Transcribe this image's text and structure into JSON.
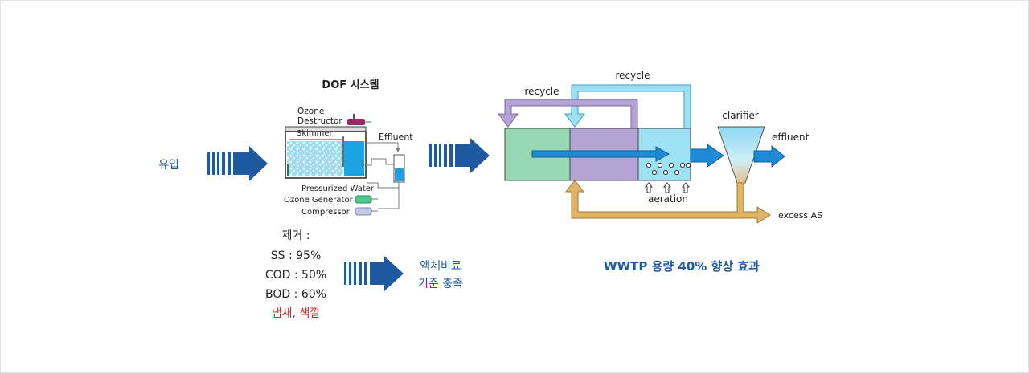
{
  "inflow_label": "유입",
  "dof": {
    "title": "DOF 시스템",
    "ozone_destructor": [
      "Ozone",
      "Destructor"
    ],
    "skimmer": "Skimmer",
    "effluent": "Effluent",
    "pressurized_water": "Pressurized Water",
    "ozone_generator": "Ozone Generator",
    "compressor": "Compressor"
  },
  "removal": {
    "title": "제거 :",
    "items": [
      "SS : 95%",
      "COD : 50%",
      "BOD : 60%"
    ],
    "highlight": "냄새, 색깔"
  },
  "result": [
    "액체비료",
    "기준 충족"
  ],
  "wwtp": {
    "recycle_top": "recycle",
    "recycle_left": "recycle",
    "clarifier": "clarifier",
    "effluent": "effluent",
    "aeration": "aeration",
    "excess": "excess AS",
    "caption": "WWTP  용량 40% 향상 효과"
  },
  "colors": {
    "arrow_blue": "#1f5aa0",
    "text_blue": "#1f5aa0",
    "red": "#e02020",
    "tank_green": "#98d8b4",
    "tank_purple": "#b4a4d4",
    "tank_cyan": "#9ee0f4",
    "flow_blue": "#1f8bd6",
    "recycle_purple": "#9a8ac4",
    "return_tan": "#e0b468"
  }
}
